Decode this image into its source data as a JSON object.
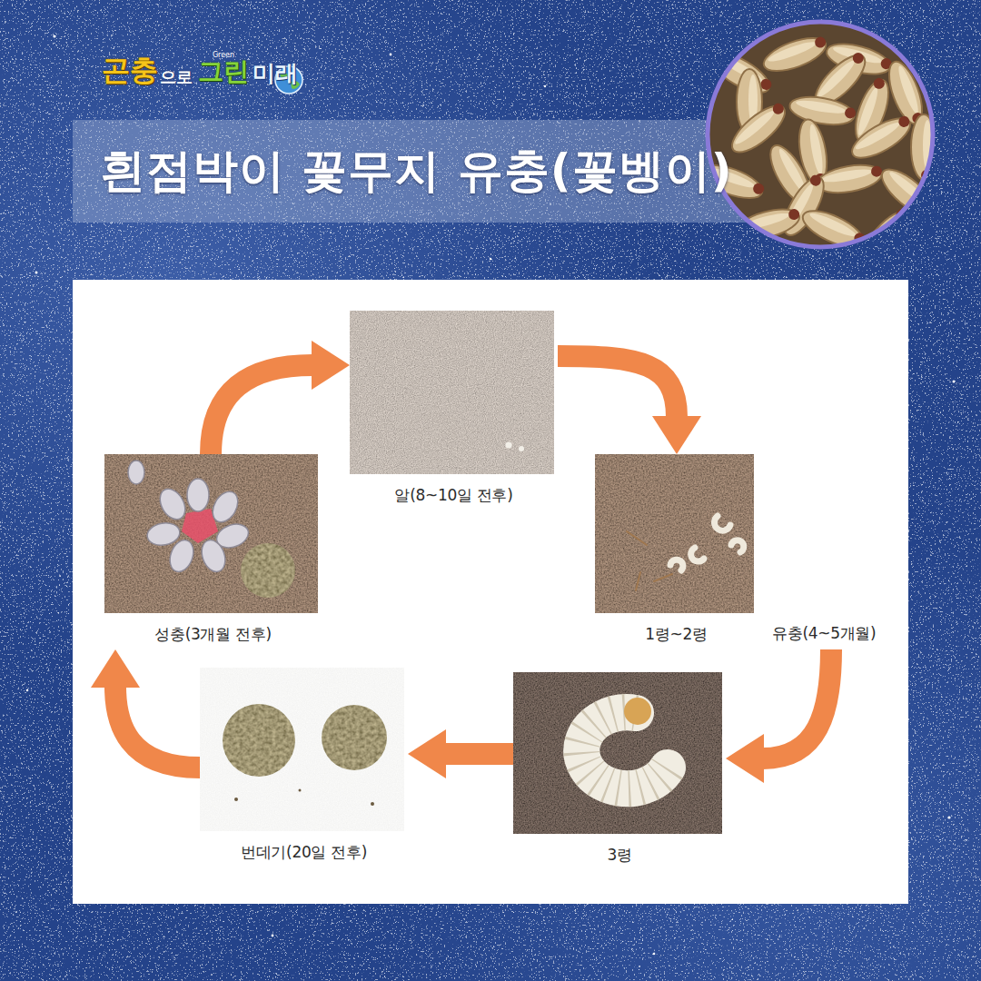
{
  "diagram": {
    "title": "흰점박이 꽃무지 유충(꽃벵이)",
    "nodes": [
      {
        "text": [
          "알(8~10일 전후)"
        ]
      },
      {
        "text": [
          "1령~2령"
        ]
      },
      {
        "text": [
          "3령"
        ]
      },
      {
        "text": [
          "번데기(20일 전후)"
        ]
      },
      {
        "text": [
          "성충(3개월 전후)"
        ]
      }
    ],
    "edges": [
      {
        "from": 0,
        "to": 1,
        "arrow": "to"
      },
      {
        "from": 1,
        "to": 2,
        "arrow": "to"
      },
      {
        "from": 2,
        "to": 3,
        "arrow": "to"
      },
      {
        "from": 3,
        "to": 4,
        "arrow": "to"
      },
      {
        "from": 4,
        "to": 0,
        "arrow": "to"
      }
    ],
    "labels": [
      "곤충",
      "으로",
      "Green",
      "그린",
      "미래",
      "유충(4~5개월)"
    ]
  }
}
